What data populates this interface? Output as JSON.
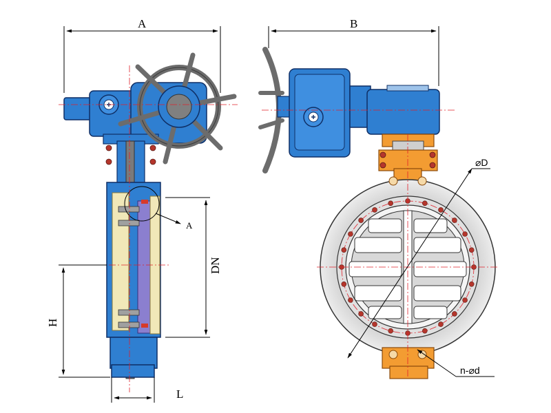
{
  "labels": {
    "dim_a": "A",
    "dim_b": "B",
    "dim_dn": "DN",
    "dim_h": "H",
    "dim_l": "L",
    "detail_a": "A",
    "dia_d": "⌀D",
    "bolt_holes": "n-⌀d"
  },
  "colors": {
    "actuator_blue": "#2f7fd1",
    "actuator_dark": "#1a4f9c",
    "body_orange": "#f39c32",
    "disc_gray": "#d8d8d8",
    "seat_purple": "#8b7fcf",
    "liner_cream": "#f1e8b8",
    "handwheel_gray": "#6c6c6c",
    "bolt_red": "#b5362c",
    "centerline_red": "#e0202a"
  },
  "icons": {
    "handwheel": "handwheel-icon",
    "actuator": "electric-actuator-icon",
    "valve_body": "butterfly-valve-icon"
  }
}
